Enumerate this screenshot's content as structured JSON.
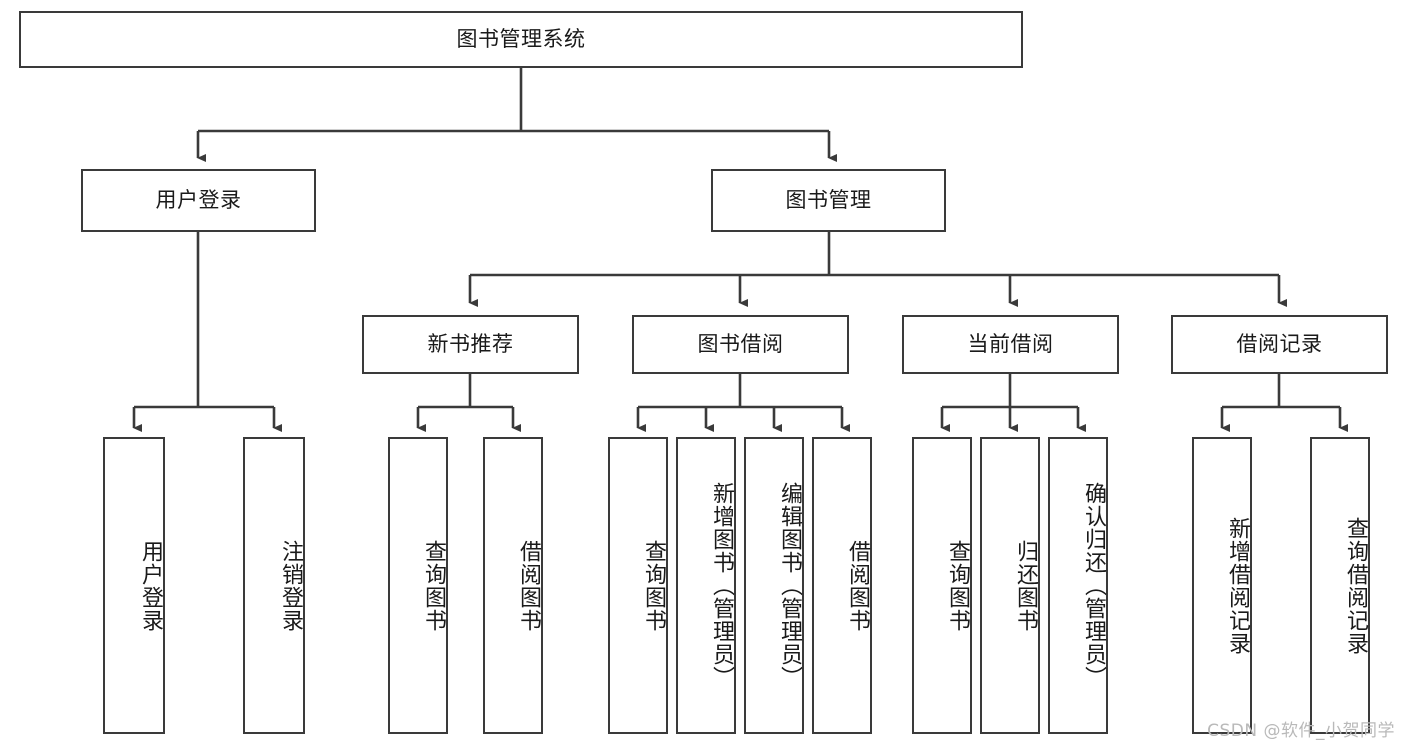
{
  "diagram": {
    "title": "图书管理系统",
    "type": "tree",
    "watermark": "CSDN @软件_小贺同学",
    "colors": {
      "box_border": "#3a3a3a",
      "box_fill": "#ffffff",
      "line": "#3a3a3a",
      "text": "#1a1a1a",
      "watermark": "#b9b9b9",
      "background": "#ffffff"
    },
    "root": {
      "label": "图书管理系统"
    },
    "level1": [
      {
        "label": "用户登录"
      },
      {
        "label": "图书管理"
      }
    ],
    "level2": [
      {
        "label": "新书推荐"
      },
      {
        "label": "图书借阅"
      },
      {
        "label": "当前借阅"
      },
      {
        "label": "借阅记录"
      }
    ],
    "leaves": {
      "user_login": [
        {
          "label": "用户登录"
        },
        {
          "label": "注销登录"
        }
      ],
      "new_book_recommend": [
        {
          "label": "查询图书"
        },
        {
          "label": "借阅图书"
        }
      ],
      "book_borrow": [
        {
          "label": "查询图书"
        },
        {
          "label": "新增图书（管理员）"
        },
        {
          "label": "编辑图书（管理员）"
        },
        {
          "label": "借阅图书"
        }
      ],
      "current_borrow": [
        {
          "label": "查询图书"
        },
        {
          "label": "归还图书"
        },
        {
          "label": "确认归还（管理员）"
        }
      ],
      "borrow_record": [
        {
          "label": "新增借阅记录"
        },
        {
          "label": "查询借阅记录"
        }
      ]
    }
  }
}
